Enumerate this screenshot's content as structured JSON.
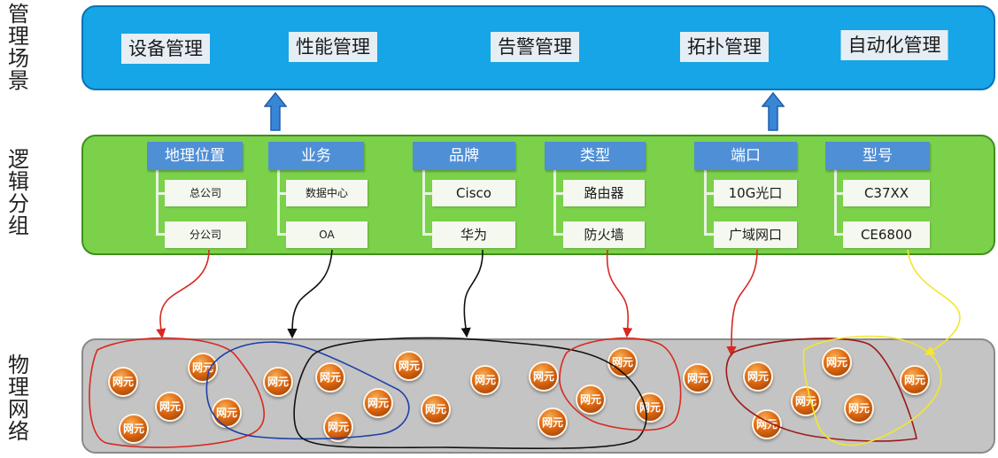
{
  "side_labels": {
    "management": "管\n理\n场\n景",
    "logic": "逻\n辑\n分\n组",
    "physical": "物\n理\n网\n络"
  },
  "scenarios": [
    "设备管理",
    "性能管理",
    "告警管理",
    "拓扑管理",
    "自动化管理"
  ],
  "groups": [
    {
      "category": "地理位置",
      "items": [
        "总公司",
        "分公司"
      ]
    },
    {
      "category": "业务",
      "items": [
        "数据中心",
        "OA"
      ]
    },
    {
      "category": "品牌",
      "items": [
        "Cisco",
        "华为"
      ]
    },
    {
      "category": "类型",
      "items": [
        "路由器",
        "防火墙"
      ]
    },
    {
      "category": "端口",
      "items": [
        "10G光口",
        "广域网口"
      ]
    },
    {
      "category": "型号",
      "items": [
        "C37XX",
        "CE6800"
      ]
    }
  ],
  "network_element_label": "网元",
  "network_element_count": 24,
  "colors": {
    "management_band": "#16a5e6",
    "logic_band": "#7bd24a",
    "physical_band": "#c4c4c4",
    "category_box": "#4f8fd6",
    "arrow_up": "#3a86d6",
    "curve_red": "#d8281f",
    "curve_blue": "#1c3fa6",
    "curve_black": "#111111",
    "curve_yellow": "#f3e630"
  }
}
